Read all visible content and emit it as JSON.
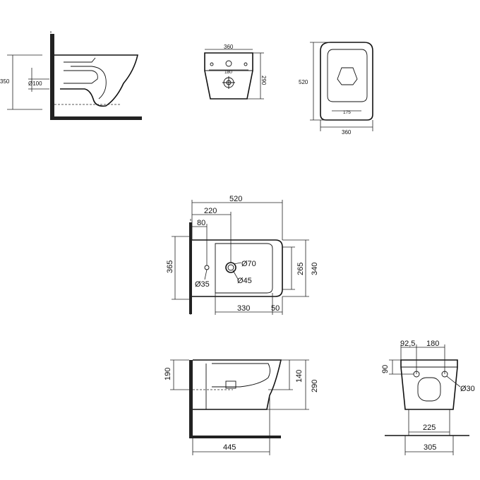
{
  "views": {
    "side_small": {
      "height_label": "350",
      "pipe_label": "Ø100"
    },
    "front_small": {
      "width_label": "360",
      "height_label": "290",
      "hole_label": "180"
    },
    "top_small": {
      "length_label": "520",
      "width_label": "360",
      "mount_label": "175"
    },
    "top_main": {
      "length_label": "520",
      "offset_220_label": "220",
      "offset_80_label": "80",
      "depth_365_label": "365",
      "width_265_label": "265",
      "width_340_label": "340",
      "len_330_label": "330",
      "len_50_label": "50",
      "d70_label": "Ø70",
      "d45_label": "Ø45",
      "d35_label": "Ø35"
    },
    "side_main": {
      "h190_label": "190",
      "h140_label": "140",
      "h290_label": "290",
      "len445_label": "445"
    },
    "rear_main": {
      "w92_label": "92,5",
      "w180_label": "180",
      "h90_label": "90",
      "d30_label": "Ø30",
      "w225_label": "225",
      "w305_label": "305"
    }
  }
}
